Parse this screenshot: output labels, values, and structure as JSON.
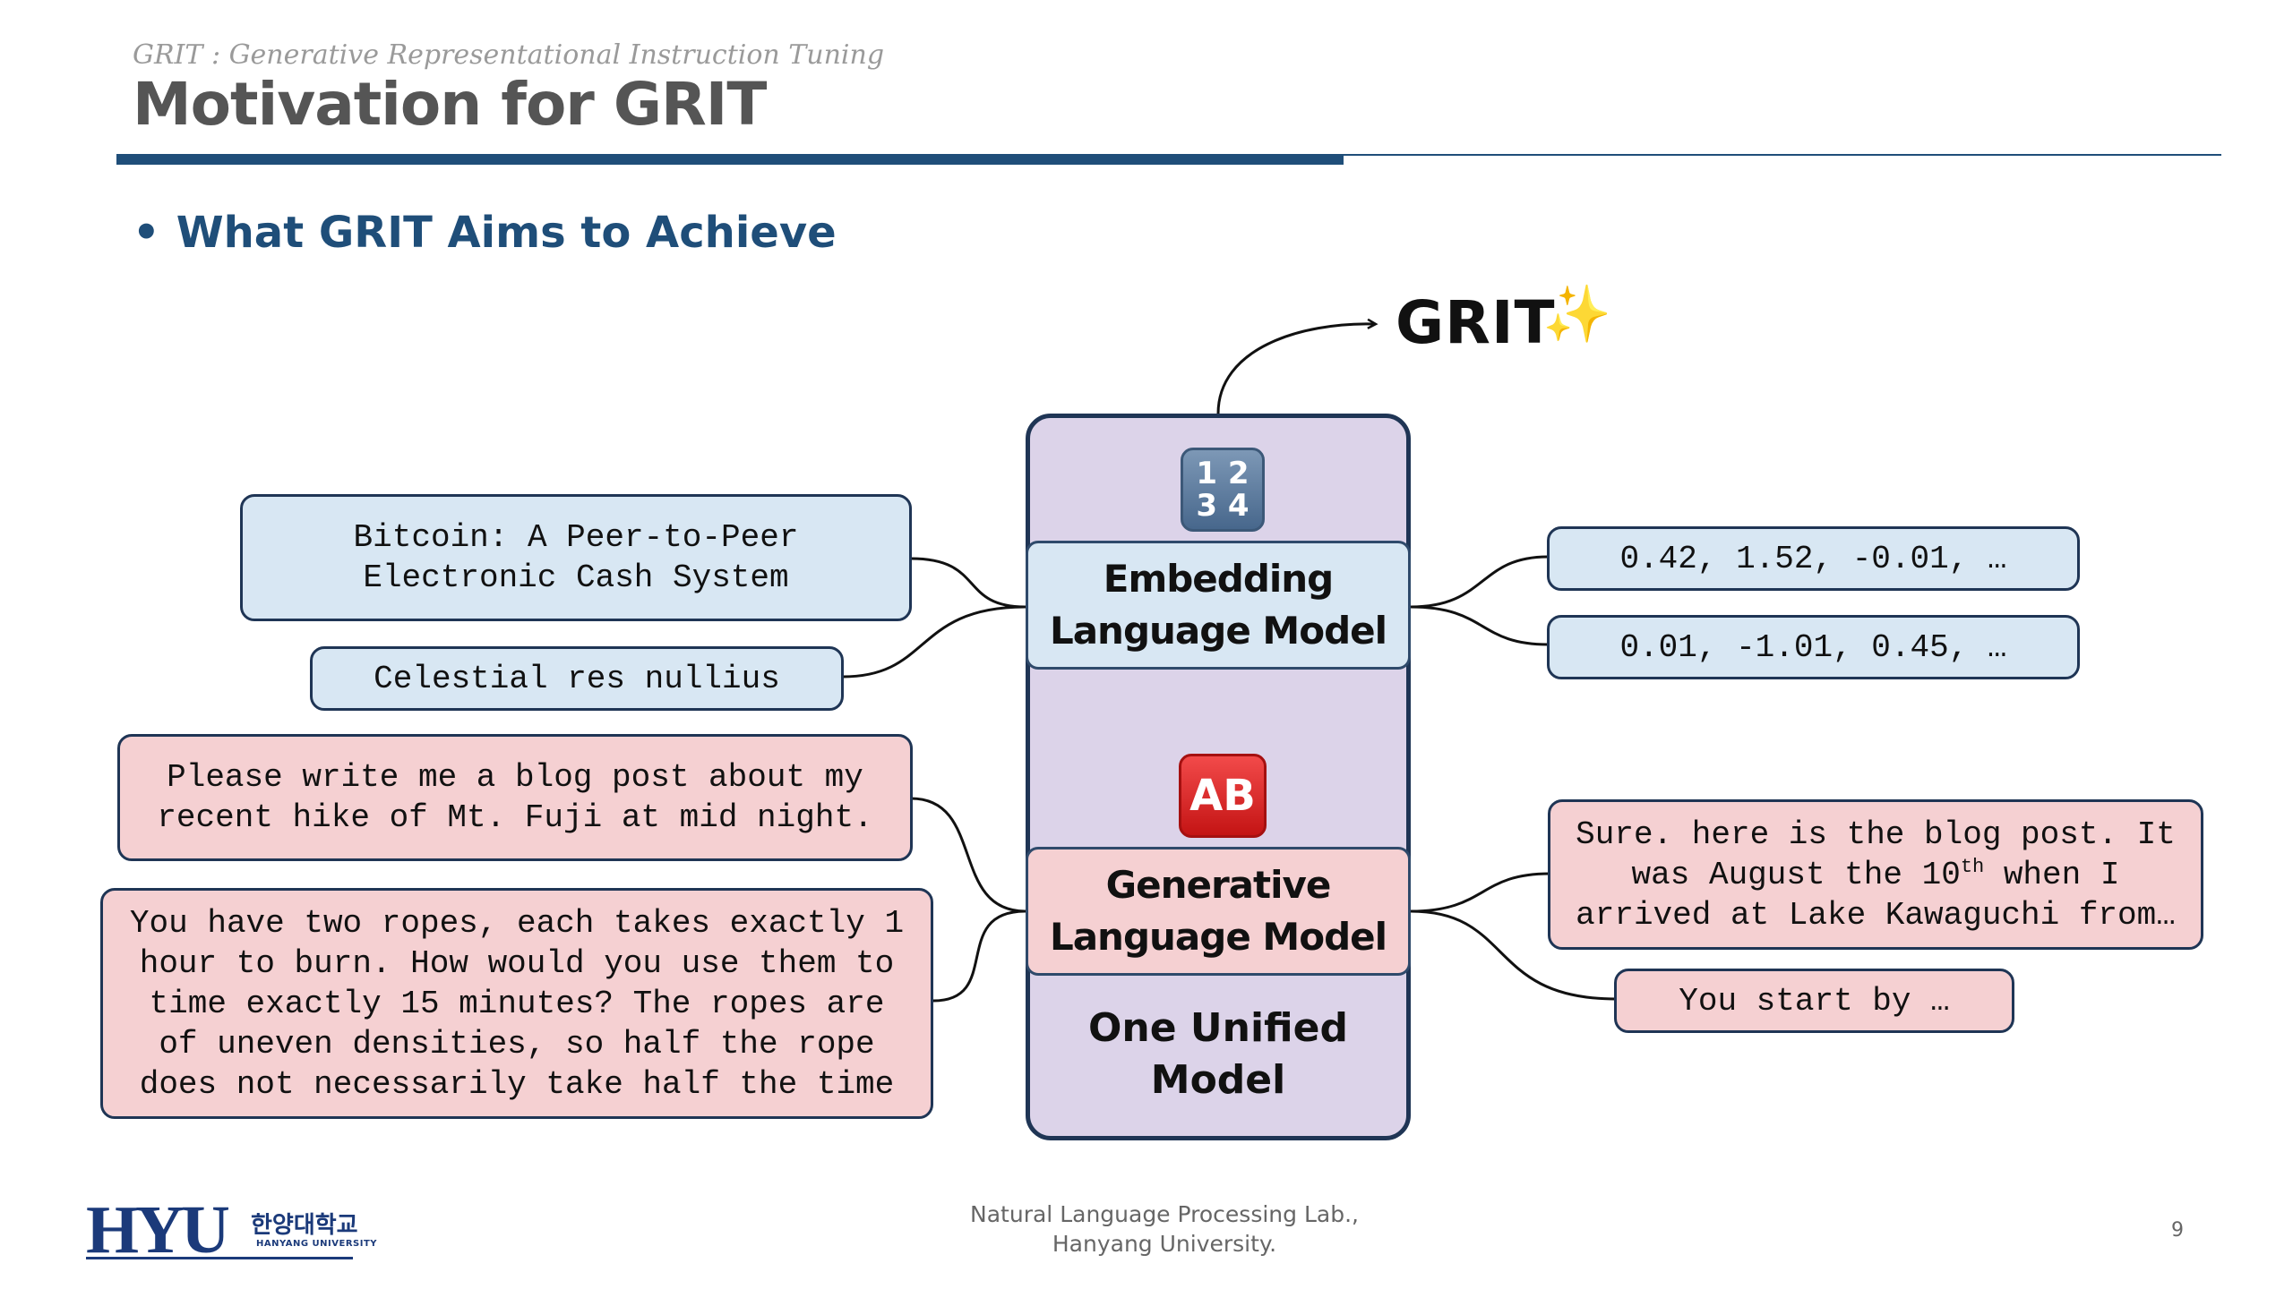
{
  "header": {
    "subtitle": "GRIT : Generative Representational Instruction Tuning",
    "title": "Motivation for GRIT"
  },
  "bullet": {
    "marker": "•",
    "text": "What GRIT Aims to Achieve"
  },
  "diagram": {
    "grit_label": "GRIT",
    "sparkle_icon": "sparkles-icon",
    "embedding_icon": {
      "name": "input-numbers-icon",
      "line1": "1 2",
      "line2": "3 4"
    },
    "generative_icon": {
      "name": "ab-button-icon",
      "text": "AB"
    },
    "embedding_model": "Embedding\nLanguage Model",
    "generative_model": "Generative\nLanguage Model",
    "unified_model": "One Unified\nModel",
    "embedding_inputs": [
      "Bitcoin: A Peer-to-Peer\nElectronic Cash System",
      "Celestial res nullius"
    ],
    "embedding_outputs": [
      "0.42, 1.52, -0.01, …",
      "0.01, -1.01, 0.45, …"
    ],
    "generative_inputs": [
      "Please write me a blog post about my\nrecent hike of Mt. Fuji at mid night.",
      "You have two ropes, each takes exactly 1\nhour to burn. How would you use them to\ntime exactly 15 minutes? The ropes are\nof uneven densities, so half the rope\ndoes not necessarily take half the time"
    ],
    "generative_outputs": {
      "answer_line1": "Sure. here is the blog post. It",
      "answer_line2_pre": "was August the 10",
      "answer_line2_sup": "th",
      "answer_line2_post": " when I",
      "answer_line3": "arrived at Lake Kawaguchi from…",
      "second": "You start by …"
    },
    "colors": {
      "embedding": "#d8e7f3",
      "generative": "#f5d0d2",
      "model_fill": "#dcd3e9",
      "border": "#1f3555",
      "accent": "#1f4e79"
    }
  },
  "footer": {
    "lab": "Natural Language Processing Lab.,\nHanyang University.",
    "page_number": "9",
    "logo_text": "HYU",
    "logo_korean": "한양대학교",
    "logo_english": "HANYANG UNIVERSITY"
  }
}
